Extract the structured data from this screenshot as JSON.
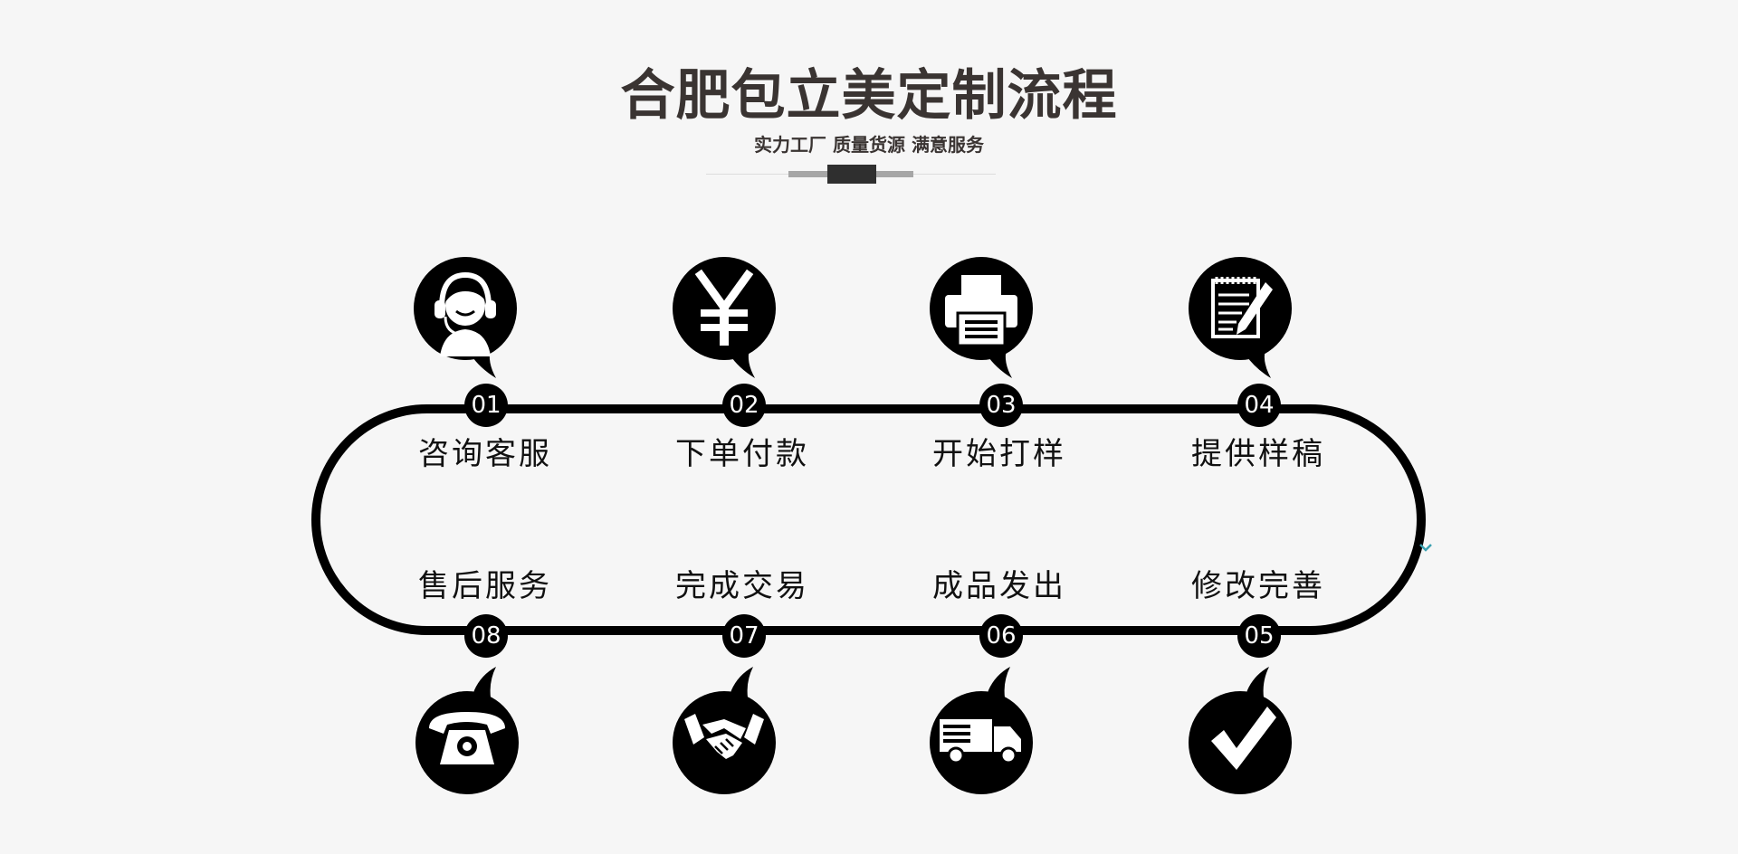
{
  "header": {
    "title": "合肥包立美定制流程",
    "subtitle": "实力工厂 质量货源 满意服务"
  },
  "steps": [
    {
      "num": "01",
      "label": "咨询客服",
      "icon": "headset-icon"
    },
    {
      "num": "02",
      "label": "下单付款",
      "icon": "yen-icon"
    },
    {
      "num": "03",
      "label": "开始打样",
      "icon": "printer-icon"
    },
    {
      "num": "04",
      "label": "提供样稿",
      "icon": "notepad-pen-icon"
    },
    {
      "num": "05",
      "label": "修改完善",
      "icon": "checkmark-icon"
    },
    {
      "num": "06",
      "label": "成品发出",
      "icon": "truck-icon"
    },
    {
      "num": "07",
      "label": "完成交易",
      "icon": "handshake-icon"
    },
    {
      "num": "08",
      "label": "售后服务",
      "icon": "telephone-icon"
    }
  ],
  "colors": {
    "background": "#f6f6f6",
    "line": "#000000",
    "title": "#3a3432",
    "arrow": "#3aa0b0"
  }
}
